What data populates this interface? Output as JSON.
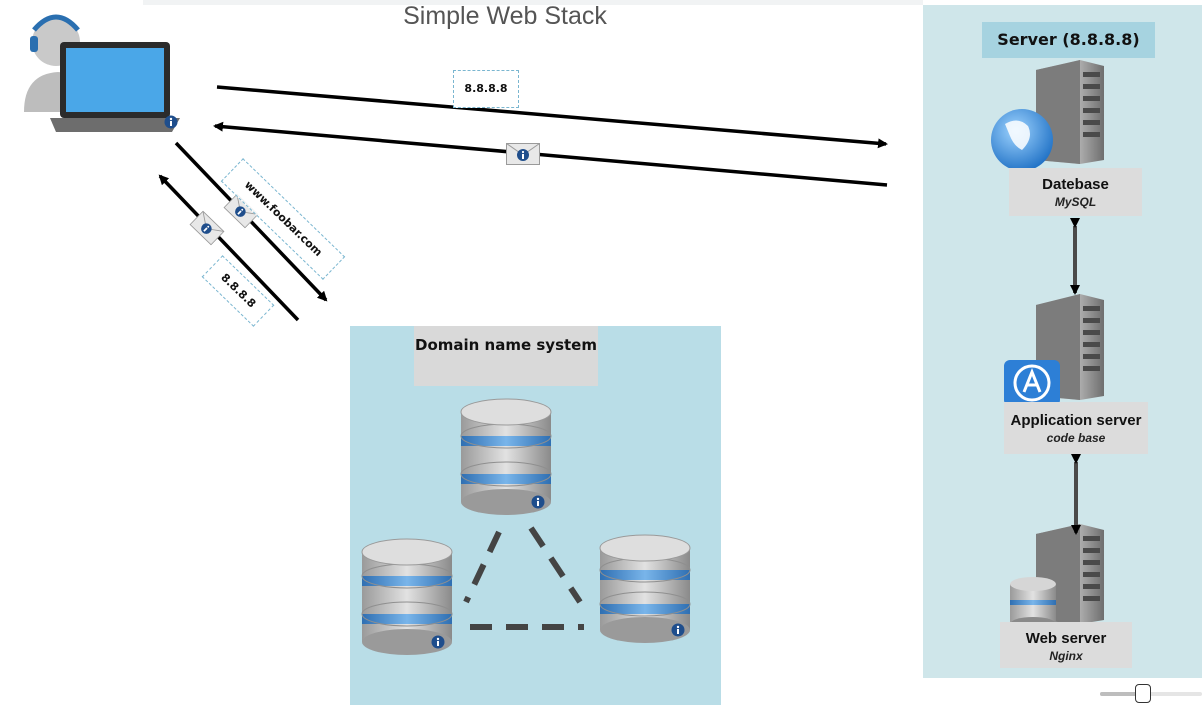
{
  "diagram": {
    "title": "Simple Web Stack",
    "server": {
      "label": "Server (8.8.8.8)",
      "database": {
        "title": "Datebase",
        "subtitle": "MySQL"
      },
      "app_server": {
        "title": "Application server",
        "subtitle": "code base"
      },
      "web_server": {
        "title": "Web server",
        "subtitle": "Nginx"
      }
    },
    "dns": {
      "label": "Domain name system"
    },
    "tags": {
      "top_ip": "8.8.8.8",
      "domain": "www.foobar.com",
      "returned_ip": "8.8.8.8"
    }
  },
  "colors": {
    "server_panel": "#cfe6ea",
    "dns_panel": "#b9dde7",
    "label_gray": "#dcdcdc",
    "cylinder_blue": "#4a90d9",
    "arrow": "#000000"
  },
  "icons": [
    "user-laptop-icon",
    "server-tower-icon",
    "globe-icon",
    "app-a-icon",
    "database-cylinder-icon",
    "envelope-icon",
    "info-icon"
  ],
  "zoom_slider": {
    "level": 0.4
  }
}
